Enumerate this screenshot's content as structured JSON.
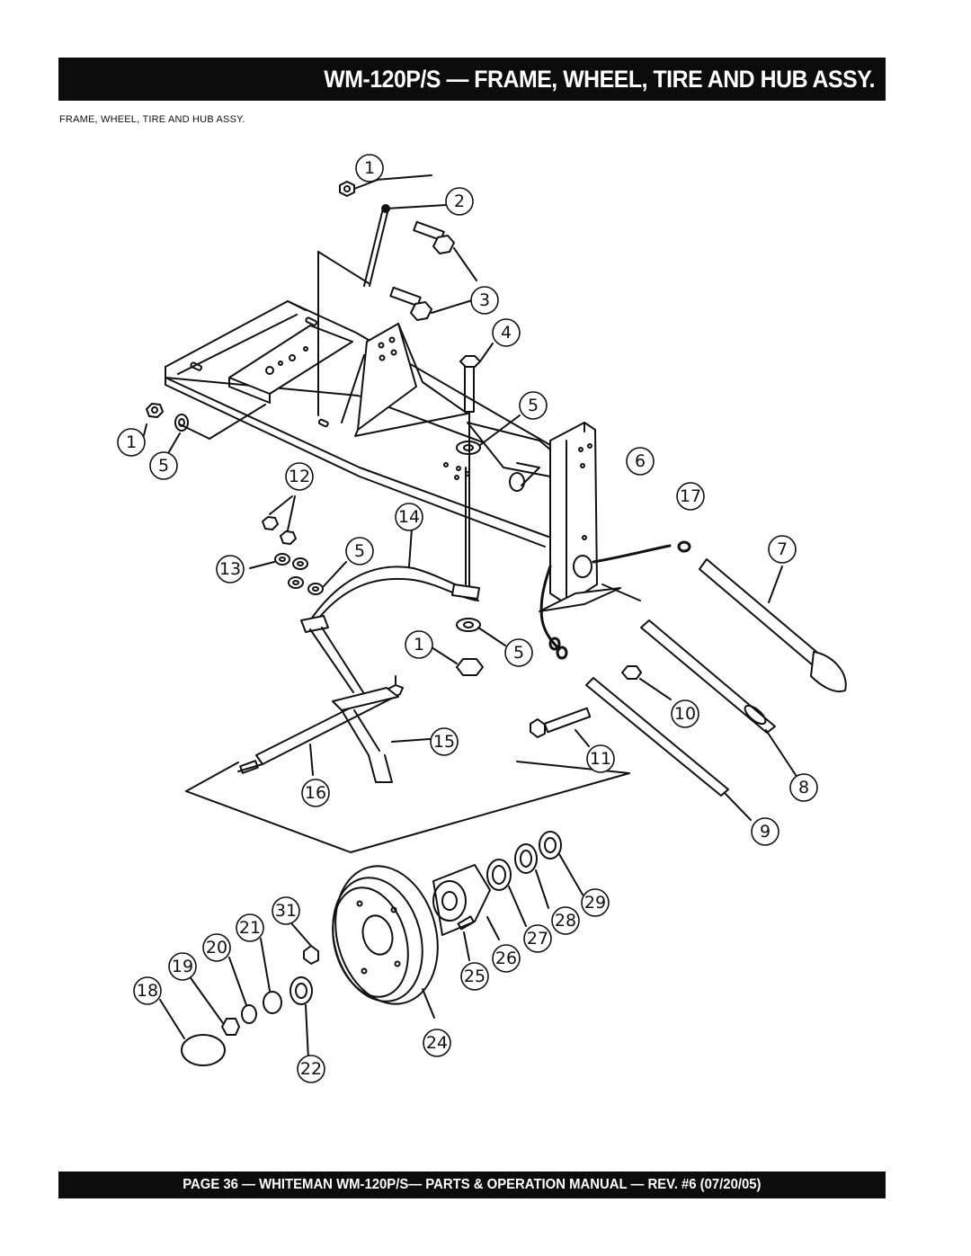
{
  "header": {
    "title": "WM-120P/S — FRAME, WHEEL, TIRE AND HUB ASSY.",
    "subtitle": "FRAME, WHEEL, TIRE AND HUB ASSY."
  },
  "footer": {
    "text": "PAGE 36 — WHITEMAN WM-120P/S— PARTS & OPERATION MANUAL — REV. #6 (07/20/05)"
  },
  "callouts": [
    {
      "id": "c1a",
      "label": "1"
    },
    {
      "id": "c2",
      "label": "2"
    },
    {
      "id": "c3",
      "label": "3"
    },
    {
      "id": "c4",
      "label": "4"
    },
    {
      "id": "c5a",
      "label": "5"
    },
    {
      "id": "c1b",
      "label": "1"
    },
    {
      "id": "c5b",
      "label": "5"
    },
    {
      "id": "c6",
      "label": "6"
    },
    {
      "id": "c12",
      "label": "12"
    },
    {
      "id": "c17",
      "label": "17"
    },
    {
      "id": "c14",
      "label": "14"
    },
    {
      "id": "c5c",
      "label": "5"
    },
    {
      "id": "c7",
      "label": "7"
    },
    {
      "id": "c13",
      "label": "13"
    },
    {
      "id": "c1c",
      "label": "1"
    },
    {
      "id": "c5d",
      "label": "5"
    },
    {
      "id": "c10",
      "label": "10"
    },
    {
      "id": "c15",
      "label": "15"
    },
    {
      "id": "c11",
      "label": "11"
    },
    {
      "id": "c16",
      "label": "16"
    },
    {
      "id": "c8",
      "label": "8"
    },
    {
      "id": "c9",
      "label": "9"
    },
    {
      "id": "c29",
      "label": "29"
    },
    {
      "id": "c31",
      "label": "31"
    },
    {
      "id": "c28",
      "label": "28"
    },
    {
      "id": "c21",
      "label": "21"
    },
    {
      "id": "c27",
      "label": "27"
    },
    {
      "id": "c20",
      "label": "20"
    },
    {
      "id": "c26",
      "label": "26"
    },
    {
      "id": "c19",
      "label": "19"
    },
    {
      "id": "c25",
      "label": "25"
    },
    {
      "id": "c18",
      "label": "18"
    },
    {
      "id": "c24",
      "label": "24"
    },
    {
      "id": "c22",
      "label": "22"
    }
  ]
}
